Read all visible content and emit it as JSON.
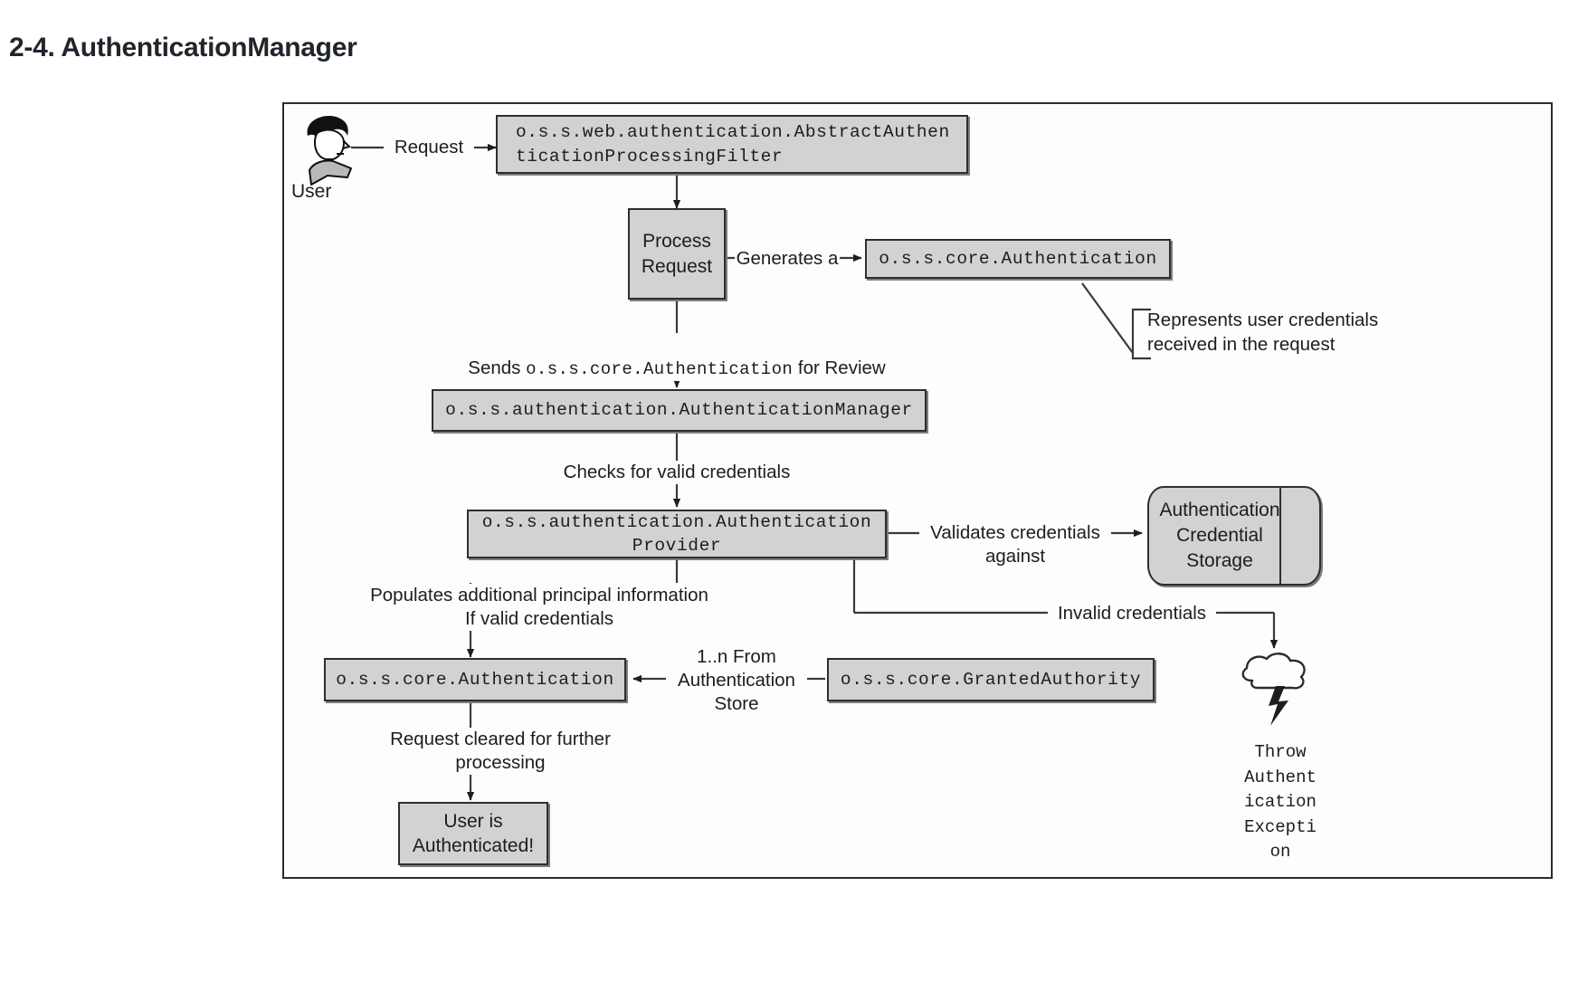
{
  "page": {
    "title": "2-4. AuthenticationManager"
  },
  "diagram": {
    "actor": {
      "icon": "user-avatar-icon",
      "label": "User"
    },
    "nodes": {
      "filter": "o.s.s.web.authentication.AbstractAuthen\nticationProcessingFilter",
      "process_request": "Process\nRequest",
      "authentication_top": "o.s.s.core.Authentication",
      "authentication_manager": "o.s.s.authentication.AuthenticationManager",
      "authentication_provider": "o.s.s.authentication.Authentication\nProvider",
      "credential_storage": "Authentication\nCredential\nStorage",
      "authentication_bottom": "o.s.s.core.Authentication",
      "granted_authority": "o.s.s.core.GrantedAuthority",
      "user_authenticated": "User is\nAuthenticated!",
      "exception": "Throw\nAuthent\nication\nExcepti\non"
    },
    "edges": {
      "request": "Request",
      "generates_a": "Generates a",
      "sends_prefix": "Sends ",
      "sends_code": "o.s.s.core.Authentication",
      "sends_suffix": " for Review",
      "checks_valid_credentials": "Checks for valid credentials",
      "validates_credentials_against": "Validates credentials\nagainst",
      "populates_principal": "Populates additional principal information\nIf valid credentials",
      "invalid_credentials": "Invalid credentials",
      "one_to_n_from_store": "1..n From\nAuthentication\nStore",
      "request_cleared": "Request cleared for further\nprocessing"
    },
    "notes": {
      "credentials_note": "Represents user credentials\nreceived in the request"
    },
    "colors": {
      "node_fill": "#d2d2d2",
      "node_stroke": "#2e2e2e",
      "node_shadow": "#7d7d7d",
      "frame_stroke": "#2b2b2b",
      "text": "#1d1d1d",
      "background": "#ffffff"
    }
  }
}
